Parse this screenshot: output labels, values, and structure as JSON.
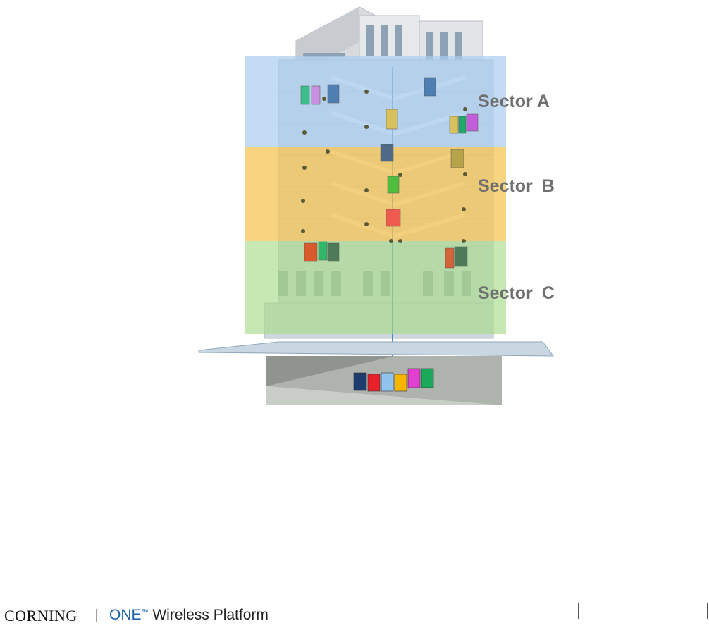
{
  "sectors": [
    {
      "label": "Sector A",
      "color": "#a9cdf0"
    },
    {
      "label": "Sector B",
      "color": "#f6c455"
    },
    {
      "label": "Sector C",
      "color": "#a9dc8a"
    }
  ],
  "equipment_colors": [
    "#1c3c6e",
    "#e8202a",
    "#8fc4ee",
    "#f7b500",
    "#e03fcf",
    "#1aa85a"
  ],
  "footer": {
    "brand": "CORNING",
    "product_one": "ONE",
    "product_tm": "™",
    "product_rest": " Wireless Platform"
  }
}
